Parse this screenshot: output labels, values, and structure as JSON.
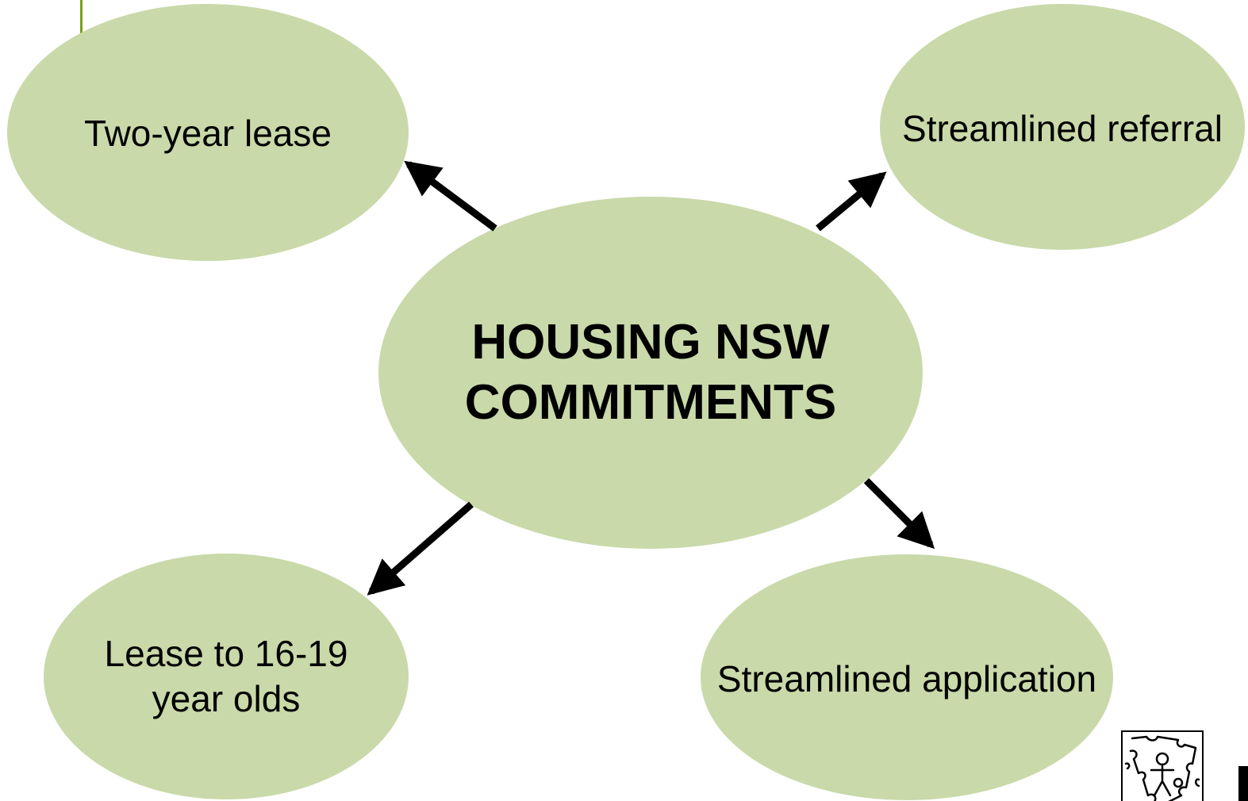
{
  "diagram": {
    "center": {
      "label": "HOUSING NSW\nCOMMITMENTS"
    },
    "nodes": [
      {
        "id": "two-year-lease",
        "label": "Two-year lease"
      },
      {
        "id": "streamlined-referral",
        "label": "Streamlined referral"
      },
      {
        "id": "lease-16-19",
        "label": "Lease to 16-19\nyear olds"
      },
      {
        "id": "streamlined-application",
        "label": "Streamlined application"
      }
    ]
  },
  "colors": {
    "ellipse_fill": "#c9d9a9",
    "arrow": "#000000",
    "accent": "#77a11a"
  },
  "icons": {
    "logo": "puzzle-people-icon"
  }
}
